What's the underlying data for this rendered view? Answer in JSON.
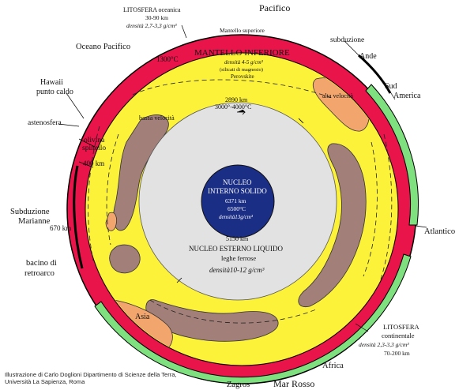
{
  "colors": {
    "lithosphere": "#e8144a",
    "continental": "#7ee07e",
    "mantle": "#fdf23a",
    "slow_blob": "#a27f78",
    "fast_blob": "#f2a66e",
    "outer_core": "#e2e2e2",
    "inner_core": "#1b2e86"
  },
  "labels": {
    "pacifico": "Pacifico",
    "litosfera_oceanica": "LITOSFERA oceanica",
    "litosfera_oceanica_spessore": "30-90 km",
    "litosfera_oceanica_densita": "densità 2,7-3,3 g/cm³",
    "mantello_superiore": "Mantello superiore",
    "oceano_pacifico": "Oceano Pacifico",
    "mantello_inferiore": "MANTELLO INFERIORE",
    "mantello_inferiore_densita": "densità 4-5 g/cm³",
    "silicati": "(silicati di magnesio)",
    "perovskite": "Perovskite",
    "temp_1300": "1300°C",
    "subduzione": "subduzione",
    "ande": "Ande",
    "hawaii_1": "Hawaii",
    "hawaii_2": "punto caldo",
    "sud_america_1": "Sud",
    "sud_america_2": "America",
    "astenosfera": "astenosfera",
    "alta_velocita": "alta velocità",
    "depth_2890": "2890 km",
    "temp_core_boundary": "3000°-4000°C",
    "bassa_velocita": "bassa velocità",
    "olivina": "olivina",
    "spinello": "spinello",
    "depth_400": "400 km",
    "nucleo_interno_1": "NUCLEO",
    "nucleo_interno_2": "INTERNO SOLIDO",
    "depth_6371": "6371 km",
    "temp_6500": "6500°C",
    "nucleo_interno_densita": "densità13g/cm³",
    "subduzione_marianne_1": "Subduzione",
    "subduzione_marianne_2": "Marianne",
    "depth_670": "670 km",
    "atlantico": "Atlantico",
    "depth_5150": "5150 km",
    "nucleo_esterno": "NUCLEO ESTERNO LIQUIDO",
    "leghe_ferrose": "leghe ferrose",
    "nucleo_esterno_densita": "densità10-12 g/cm³",
    "bacino_1": "bacino di",
    "bacino_2": "retroarco",
    "asia": "Asia",
    "litosfera_cont_1": "LITOSFERA",
    "litosfera_cont_2": "continentale",
    "litosfera_cont_densita": "densità 2,3-3,3 g/cm³",
    "litosfera_cont_spessore": "70-200 km",
    "africa": "Africa",
    "zagros": "Zagros",
    "mar_rosso": "Mar Rosso"
  },
  "credit": {
    "line1": "Illustrazione di Carlo Doglioni Dipartimento di Scienze della Terra,",
    "line2": "Università La Sapienza, Roma"
  }
}
